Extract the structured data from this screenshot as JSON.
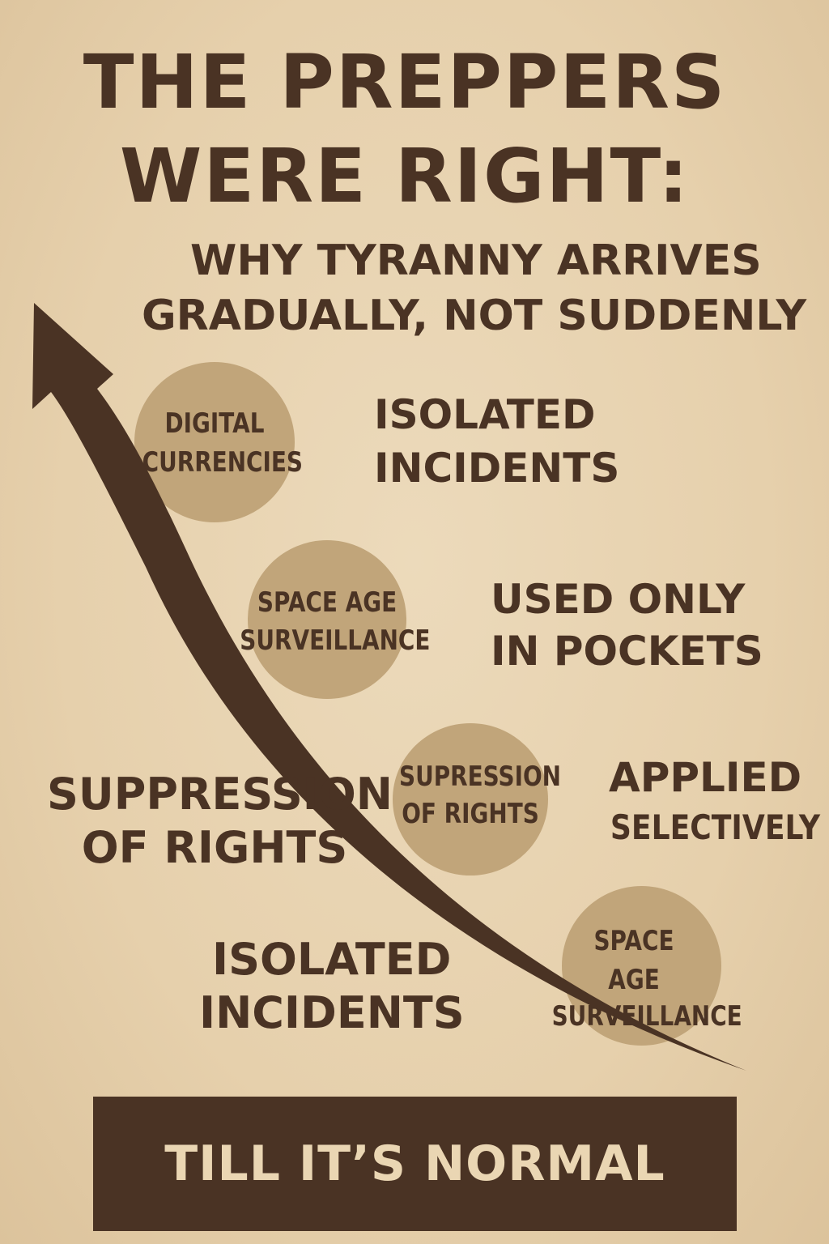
{
  "title": {
    "line1": "THE PREPPERS",
    "line2": "WERE RIGHT:"
  },
  "subtitle": {
    "line1": "WHY TYRANNY ARRIVES",
    "line2": "GRADUALLY, NOT SUDDENLY"
  },
  "stages": [
    {
      "circle_line1": "DIGITAL",
      "circle_line2": "CURRENCIES",
      "caption_line1": "ISOLATED",
      "caption_line2": "INCIDENTS"
    },
    {
      "circle_line1": "SPACE AGE",
      "circle_line2": "SURVEILLANCE",
      "caption_line1": "USED ONLY",
      "caption_line2": "IN POCKETS"
    },
    {
      "circle_line1": "SUPRESSION",
      "circle_line2": "OF RIGHTS",
      "caption_line1": "APPLIED",
      "caption_line2": "SELECTIVELY"
    },
    {
      "circle_line1": "SPACE",
      "circle_line2": "AGE",
      "circle_line3": "SURVEILLANCE"
    }
  ],
  "side_labels": [
    {
      "line1": "SUPPRESSION",
      "line2": "OF RIGHTS"
    },
    {
      "line1": "ISOLATED",
      "line2": "INCIDENTS"
    }
  ],
  "banner": {
    "text": "TILL IT’S NORMAL"
  },
  "colors": {
    "background": "#e8d4b2",
    "ink": "#4a3324",
    "circle": "#c1a57a",
    "banner_text": "#ead6b3"
  },
  "icons": {
    "arrow": "rising-curved-arrow-icon"
  }
}
